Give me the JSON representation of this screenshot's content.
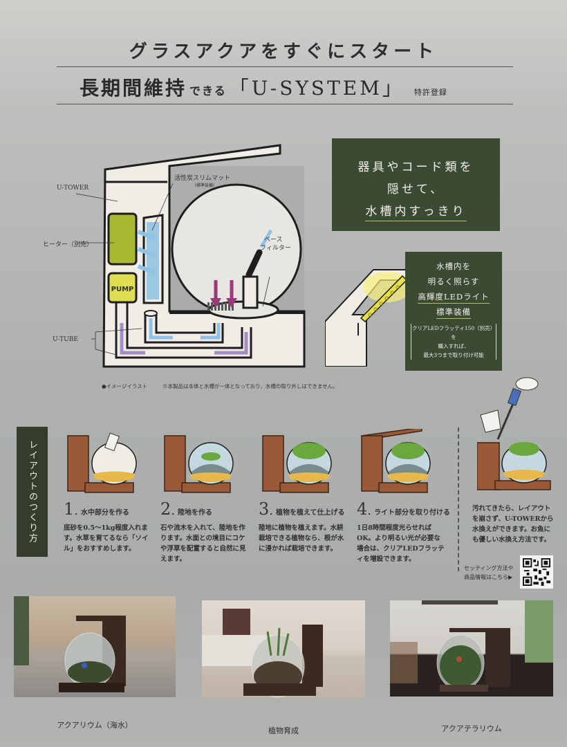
{
  "header": {
    "headline": "グラスアクアをすぐにスタート",
    "subhead_main": "長期間維持",
    "subhead_small": "できる",
    "subhead_system": "「U-SYSTEM」",
    "subhead_patent": "特許登録"
  },
  "diagram": {
    "labels": {
      "u_tower": "U-TOWER",
      "carbon_mat": "活性炭スリムマット",
      "carbon_mat_note": "（標準装備）",
      "heater": "ヒーター（別売）",
      "pump": "PUMP",
      "base_filter_1": "ベース",
      "base_filter_2": "フィルター",
      "u_tube": "U-TUBE"
    },
    "caption_image": "●イメージイラスト",
    "caption_note": "※本製品は本体と水槽が一体となっており、水槽の取り外しはできません。",
    "colors": {
      "heater": "#a8b832",
      "pump": "#dede50",
      "flow_blue": "#8ec3e6",
      "flow_purple": "#a58cc8",
      "flow_magenta": "#9a3a7a",
      "body": "#f0ede6"
    }
  },
  "feature_boxes": {
    "box1": {
      "line1": "器具やコード類を",
      "line2": "隠せて、",
      "line3": "水槽内すっきり"
    },
    "box2": {
      "line1": "水槽内を",
      "line2": "明るく照らす",
      "line3": "高輝度LEDライト",
      "line4": "標準装備",
      "note1": "クリアLEDフラッティ150（別売）を",
      "note2": "購入すれば、",
      "note3": "最大3つまで取り付け可能"
    },
    "bg_color": "#3a4a33"
  },
  "layout_section": {
    "side_label": "レイアウトのつくり方",
    "steps": [
      {
        "num": "1",
        "title": "水中部分を作る",
        "body": "底砂を0.5～1kg程度入れます。水草を育てるなら「ソイル」をおすすめします。"
      },
      {
        "num": "2",
        "title": "陸地を作る",
        "body": "石や流木を入れて、陸地を作ります。水面との境目にコケや浮草を配置すると自然に見えます。"
      },
      {
        "num": "3",
        "title": "植物を植えて仕上げる",
        "body": "陸地に植物を植えます。水耕栽培できる植物なら、根が水に浸かれば栽培できます。"
      },
      {
        "num": "4",
        "title": "ライト部分を取り付ける",
        "body": "1日8時間程度光らせればOK。より明るい光が必要な場合は、クリアLEDフラッティを増設できます。"
      }
    ],
    "maintenance_text": "汚れてきたら、レイアウトを崩さず、U-TOWERから水換えができます。お魚にも優しい水換え方法です。",
    "qr_caption_1": "セッティング方法や",
    "qr_caption_2": "商品情報はこちら▶"
  },
  "photos": [
    {
      "caption": "アクアリウム（海水）"
    },
    {
      "caption": "植物育成"
    },
    {
      "caption": "アクアテラリウム"
    }
  ]
}
